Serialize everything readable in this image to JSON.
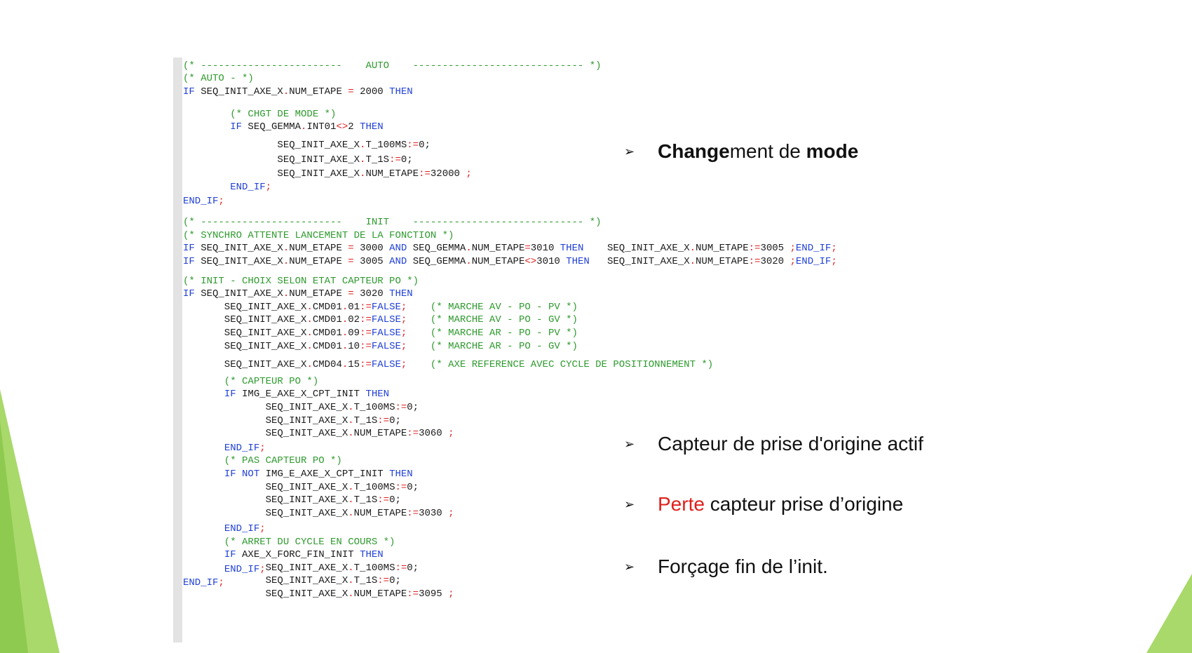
{
  "code_lines": [
    {
      "t": [
        [
          "c",
          "(* ------------------------    AUTO    ----------------------------- *)"
        ]
      ]
    },
    {
      "t": [
        [
          "c",
          "(* AUTO - *)"
        ]
      ]
    },
    {
      "t": [
        [
          "k",
          "IF"
        ],
        [
          "n",
          " SEQ_INIT_AXE_X"
        ],
        [
          "o",
          "."
        ],
        [
          "n",
          "NUM_ETAPE "
        ],
        [
          "o",
          "="
        ],
        [
          "n",
          " 2000 "
        ],
        [
          "k",
          "THEN"
        ]
      ]
    },
    {
      "t": [
        [
          "c",
          "        (* CHGT DE MODE *)"
        ]
      ]
    },
    {
      "t": [
        [
          "n",
          "        "
        ],
        [
          "k",
          "IF"
        ],
        [
          "n",
          " SEQ_GEMMA"
        ],
        [
          "o",
          "."
        ],
        [
          "n",
          "INT01"
        ],
        [
          "o",
          "<>"
        ],
        [
          "n",
          "2 "
        ],
        [
          "k",
          "THEN"
        ]
      ]
    },
    {
      "t": [
        [
          "n",
          "                SEQ_INIT_AXE_X"
        ],
        [
          "o",
          "."
        ],
        [
          "n",
          "T_100MS"
        ],
        [
          "o",
          ":="
        ],
        [
          "n",
          "0;"
        ]
      ]
    },
    {
      "t": [
        [
          "n",
          "                SEQ_INIT_AXE_X"
        ],
        [
          "o",
          "."
        ],
        [
          "n",
          "T_1S"
        ],
        [
          "o",
          ":="
        ],
        [
          "n",
          "0;"
        ]
      ]
    },
    {
      "t": [
        [
          "n",
          "                SEQ_INIT_AXE_X"
        ],
        [
          "o",
          "."
        ],
        [
          "n",
          "NUM_ETAPE"
        ],
        [
          "o",
          ":="
        ],
        [
          "n",
          "32000 "
        ],
        [
          "o",
          ";"
        ]
      ]
    },
    {
      "t": [
        [
          "n",
          "        "
        ],
        [
          "k",
          "END_IF"
        ],
        [
          "o",
          ";"
        ]
      ]
    },
    {
      "t": [
        [
          "k",
          "END_IF"
        ],
        [
          "o",
          ";"
        ]
      ]
    },
    {
      "t": [
        [
          "c",
          "(* ------------------------    INIT    ----------------------------- *)"
        ]
      ]
    },
    {
      "t": [
        [
          "c",
          "(* SYNCHRO ATTENTE LANCEMENT DE LA FONCTION *)"
        ]
      ]
    },
    {
      "t": [
        [
          "k",
          "IF"
        ],
        [
          "n",
          " SEQ_INIT_AXE_X"
        ],
        [
          "o",
          "."
        ],
        [
          "n",
          "NUM_ETAPE "
        ],
        [
          "o",
          "="
        ],
        [
          "n",
          " 3000 "
        ],
        [
          "k",
          "AND"
        ],
        [
          "n",
          " SEQ_GEMMA"
        ],
        [
          "o",
          "."
        ],
        [
          "n",
          "NUM_ETAPE"
        ],
        [
          "o",
          "="
        ],
        [
          "n",
          "3010 "
        ],
        [
          "k",
          "THEN"
        ],
        [
          "n",
          "    SEQ_INIT_AXE_X"
        ],
        [
          "o",
          "."
        ],
        [
          "n",
          "NUM_ETAPE"
        ],
        [
          "o",
          ":="
        ],
        [
          "n",
          "3005 "
        ],
        [
          "o",
          ";"
        ],
        [
          "k",
          "END_IF"
        ],
        [
          "o",
          ";"
        ]
      ]
    },
    {
      "t": [
        [
          "k",
          "IF"
        ],
        [
          "n",
          " SEQ_INIT_AXE_X"
        ],
        [
          "o",
          "."
        ],
        [
          "n",
          "NUM_ETAPE "
        ],
        [
          "o",
          "="
        ],
        [
          "n",
          " 3005 "
        ],
        [
          "k",
          "AND"
        ],
        [
          "n",
          " SEQ_GEMMA"
        ],
        [
          "o",
          "."
        ],
        [
          "n",
          "NUM_ETAPE"
        ],
        [
          "o",
          "<>"
        ],
        [
          "n",
          "3010 "
        ],
        [
          "k",
          "THEN"
        ],
        [
          "n",
          "   SEQ_INIT_AXE_X"
        ],
        [
          "o",
          "."
        ],
        [
          "n",
          "NUM_ETAPE"
        ],
        [
          "o",
          ":="
        ],
        [
          "n",
          "3020 "
        ],
        [
          "o",
          ";"
        ],
        [
          "k",
          "END_IF"
        ],
        [
          "o",
          ";"
        ]
      ]
    },
    {
      "t": [
        [
          "c",
          "(* INIT - CHOIX SELON ETAT CAPTEUR PO *)"
        ]
      ]
    },
    {
      "t": [
        [
          "k",
          "IF"
        ],
        [
          "n",
          " SEQ_INIT_AXE_X"
        ],
        [
          "o",
          "."
        ],
        [
          "n",
          "NUM_ETAPE "
        ],
        [
          "o",
          "="
        ],
        [
          "n",
          " 3020 "
        ],
        [
          "k",
          "THEN"
        ]
      ]
    },
    {
      "t": [
        [
          "n",
          "       SEQ_INIT_AXE_X"
        ],
        [
          "o",
          "."
        ],
        [
          "n",
          "CMD01"
        ],
        [
          "o",
          "."
        ],
        [
          "n",
          "01"
        ],
        [
          "o",
          ":="
        ],
        [
          "k",
          "FALSE"
        ],
        [
          "o",
          ";"
        ],
        [
          "c",
          "    (* MARCHE AV - PO - PV *)"
        ]
      ]
    },
    {
      "t": [
        [
          "n",
          "       SEQ_INIT_AXE_X"
        ],
        [
          "o",
          "."
        ],
        [
          "n",
          "CMD01"
        ],
        [
          "o",
          "."
        ],
        [
          "n",
          "02"
        ],
        [
          "o",
          ":="
        ],
        [
          "k",
          "FALSE"
        ],
        [
          "o",
          ";"
        ],
        [
          "c",
          "    (* MARCHE AV - PO - GV *)"
        ]
      ]
    },
    {
      "t": [
        [
          "n",
          "       SEQ_INIT_AXE_X"
        ],
        [
          "o",
          "."
        ],
        [
          "n",
          "CMD01"
        ],
        [
          "o",
          "."
        ],
        [
          "n",
          "09"
        ],
        [
          "o",
          ":="
        ],
        [
          "k",
          "FALSE"
        ],
        [
          "o",
          ";"
        ],
        [
          "c",
          "    (* MARCHE AR - PO - PV *)"
        ]
      ]
    },
    {
      "t": [
        [
          "n",
          "       SEQ_INIT_AXE_X"
        ],
        [
          "o",
          "."
        ],
        [
          "n",
          "CMD01"
        ],
        [
          "o",
          "."
        ],
        [
          "n",
          "10"
        ],
        [
          "o",
          ":="
        ],
        [
          "k",
          "FALSE"
        ],
        [
          "o",
          ";"
        ],
        [
          "c",
          "    (* MARCHE AR - PO - GV *)"
        ]
      ]
    },
    {
      "t": [
        [
          "n",
          "       SEQ_INIT_AXE_X"
        ],
        [
          "o",
          "."
        ],
        [
          "n",
          "CMD04"
        ],
        [
          "o",
          "."
        ],
        [
          "n",
          "15"
        ],
        [
          "o",
          ":="
        ],
        [
          "k",
          "FALSE"
        ],
        [
          "o",
          ";"
        ],
        [
          "c",
          "    (* AXE REFERENCE AVEC CYCLE DE POSITIONNEMENT *)"
        ]
      ]
    },
    {
      "t": [
        [
          "c",
          "       (* CAPTEUR PO *)"
        ]
      ]
    },
    {
      "t": [
        [
          "n",
          "       "
        ],
        [
          "k",
          "IF"
        ],
        [
          "n",
          " IMG_E_AXE_X_CPT_INIT "
        ],
        [
          "k",
          "THEN"
        ]
      ]
    },
    {
      "t": [
        [
          "n",
          "              SEQ_INIT_AXE_X"
        ],
        [
          "o",
          "."
        ],
        [
          "n",
          "T_100MS"
        ],
        [
          "o",
          ":="
        ],
        [
          "n",
          "0;"
        ]
      ]
    },
    {
      "t": [
        [
          "n",
          "              SEQ_INIT_AXE_X"
        ],
        [
          "o",
          "."
        ],
        [
          "n",
          "T_1S"
        ],
        [
          "o",
          ":="
        ],
        [
          "n",
          "0;"
        ]
      ]
    },
    {
      "t": [
        [
          "n",
          "              SEQ_INIT_AXE_X"
        ],
        [
          "o",
          "."
        ],
        [
          "n",
          "NUM_ETAPE"
        ],
        [
          "o",
          ":="
        ],
        [
          "n",
          "3060 "
        ],
        [
          "o",
          ";"
        ]
      ]
    },
    {
      "t": [
        [
          "n",
          "       "
        ],
        [
          "k",
          "END_IF"
        ],
        [
          "o",
          ";"
        ]
      ]
    },
    {
      "t": [
        [
          "c",
          "       (* PAS CAPTEUR PO *)"
        ]
      ]
    },
    {
      "t": [
        [
          "n",
          "       "
        ],
        [
          "k",
          "IF NOT"
        ],
        [
          "n",
          " IMG_E_AXE_X_CPT_INIT "
        ],
        [
          "k",
          "THEN"
        ]
      ]
    },
    {
      "t": [
        [
          "n",
          "              SEQ_INIT_AXE_X"
        ],
        [
          "o",
          "."
        ],
        [
          "n",
          "T_100MS"
        ],
        [
          "o",
          ":="
        ],
        [
          "n",
          "0;"
        ]
      ]
    },
    {
      "t": [
        [
          "n",
          "              SEQ_INIT_AXE_X"
        ],
        [
          "o",
          "."
        ],
        [
          "n",
          "T_1S"
        ],
        [
          "o",
          ":="
        ],
        [
          "n",
          "0;"
        ]
      ]
    },
    {
      "t": [
        [
          "n",
          "              SEQ_INIT_AXE_X"
        ],
        [
          "o",
          "."
        ],
        [
          "n",
          "NUM_ETAPE"
        ],
        [
          "o",
          ":="
        ],
        [
          "n",
          "3030 "
        ],
        [
          "o",
          ";"
        ]
      ]
    },
    {
      "t": [
        [
          "n",
          "       "
        ],
        [
          "k",
          "END_IF"
        ],
        [
          "o",
          ";"
        ]
      ]
    },
    {
      "t": [
        [
          "c",
          "       (* ARRET DU CYCLE EN COURS *)"
        ]
      ]
    },
    {
      "t": [
        [
          "n",
          "       "
        ],
        [
          "k",
          "IF"
        ],
        [
          "n",
          " AXE_X_FORC_FIN_INIT "
        ],
        [
          "k",
          "THEN"
        ]
      ]
    },
    {
      "t": [
        [
          "n",
          "              SEQ_INIT_AXE_X"
        ],
        [
          "o",
          "."
        ],
        [
          "n",
          "T_100MS"
        ],
        [
          "o",
          ":="
        ],
        [
          "n",
          "0;"
        ]
      ]
    },
    {
      "t": [
        [
          "n",
          "              SEQ_INIT_AXE_X"
        ],
        [
          "o",
          "."
        ],
        [
          "n",
          "T_1S"
        ],
        [
          "o",
          ":="
        ],
        [
          "n",
          "0;"
        ]
      ]
    },
    {
      "t": [
        [
          "n",
          "              SEQ_INIT_AXE_X"
        ],
        [
          "o",
          "."
        ],
        [
          "n",
          "NUM_ETAPE"
        ],
        [
          "o",
          ":="
        ],
        [
          "n",
          "3095 "
        ],
        [
          "o",
          ";"
        ]
      ]
    },
    {
      "t": [
        [
          "n",
          "       "
        ],
        [
          "k",
          "END_IF"
        ],
        [
          "o",
          ";"
        ]
      ]
    },
    {
      "t": [
        [
          "k",
          "END_IF"
        ],
        [
          "o",
          ";"
        ]
      ]
    }
  ],
  "bullets": {
    "b1": {
      "bold1": "Change",
      "mid": "ment de ",
      "bold2": "mode"
    },
    "b2": {
      "text": "Capteur de prise d'origine actif"
    },
    "b3": {
      "red": "Perte",
      "rest": " capteur prise d’origine"
    },
    "b4": {
      "text": "Forçage fin de l’init."
    }
  },
  "colors": {
    "accent_green": "#92d050",
    "comment": "#2e9a2e",
    "keyword": "#1f3fd6",
    "operator": "#e02020"
  }
}
